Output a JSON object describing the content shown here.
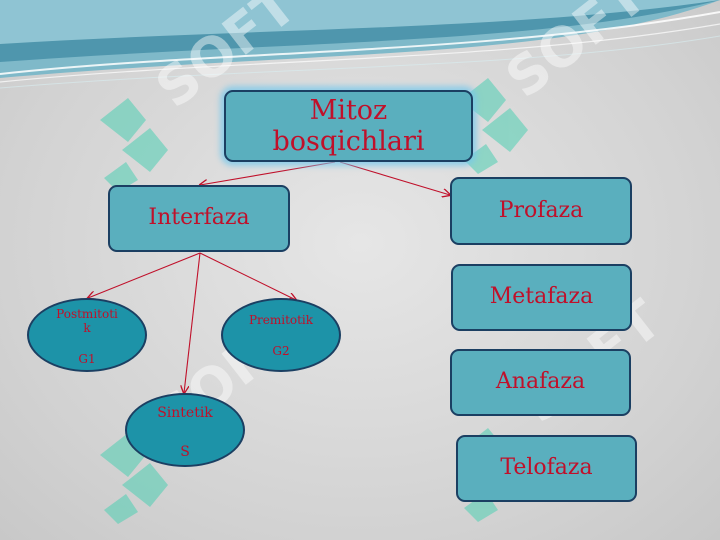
{
  "colors": {
    "box_fill": "#5aafbe",
    "oval_fill": "#1d93a8",
    "border": "#1b3f62",
    "text": "#c0102a",
    "arrow": "#c0102a",
    "header_wave": "#4f96ad"
  },
  "watermark": {
    "text": "SOFT"
  },
  "diagram": {
    "root": {
      "line1": "Mitoz",
      "line2": "bosqichlari"
    },
    "interfaza": {
      "label": "Interfaza"
    },
    "interfaza_stages": {
      "postmitotik": {
        "line1": "Postmitoti",
        "line2": "k",
        "code": "G1"
      },
      "premitotik": {
        "label": "Premitotik",
        "code": "G2",
        "mark": "-"
      },
      "sintetik": {
        "label": "Sintetik",
        "code": "S"
      }
    },
    "phases": [
      {
        "label": "Profaza"
      },
      {
        "label": "Metafaza"
      },
      {
        "label": "Anafaza"
      },
      {
        "label": "Telofaza"
      }
    ]
  }
}
